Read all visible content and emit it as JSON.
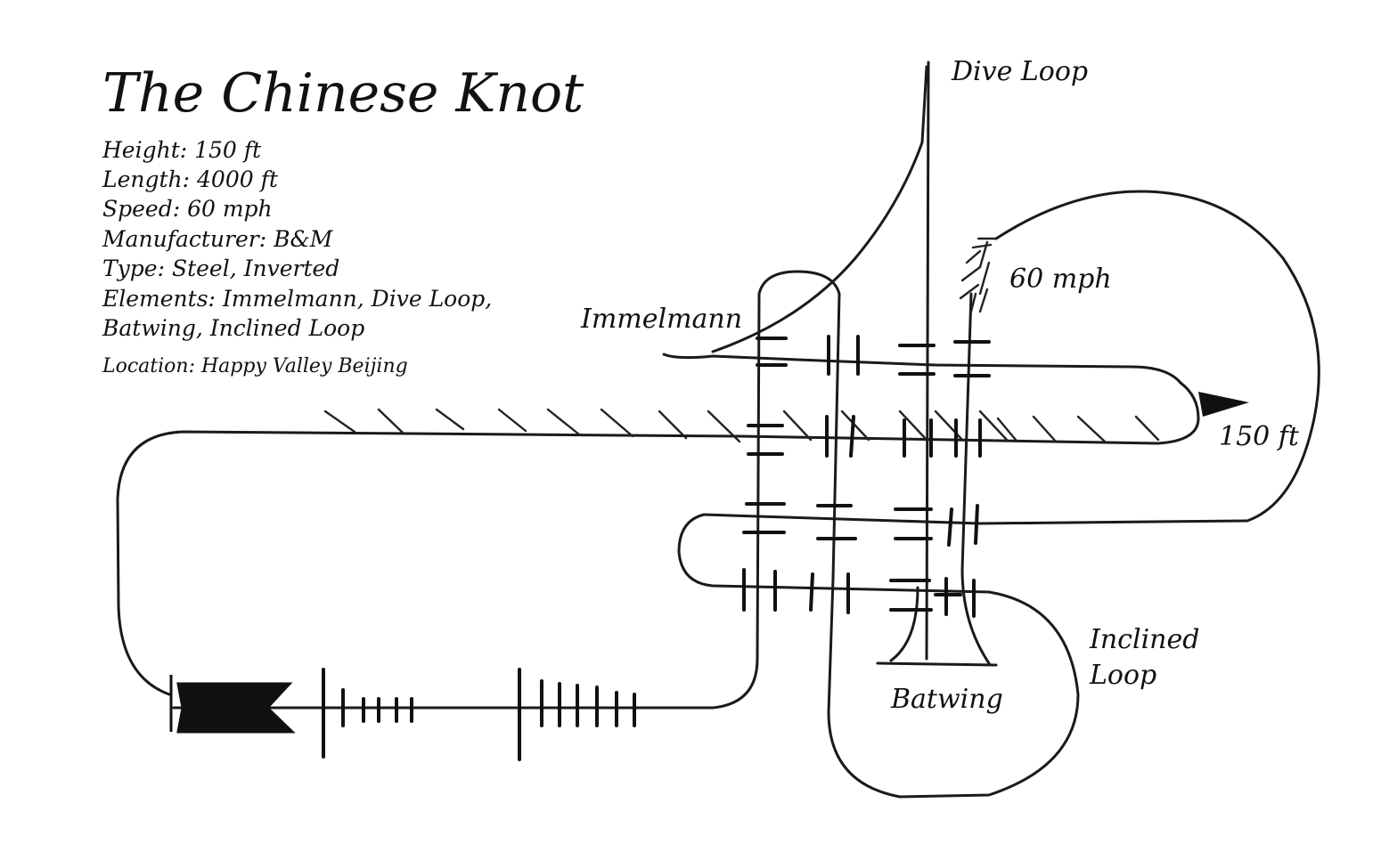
{
  "title": "The Chinese Knot",
  "specs": [
    "Height: 150 ft",
    "Length: 4000 ft",
    "Speed: 60 mph",
    "Manufacturer: B&M",
    "Type: Steel, Inverted",
    "Elements: Immelmann, Dive Loop,",
    "Batwing, Inclined Loop"
  ],
  "location": "Location: Happy Valley Beijing",
  "labels": {
    "dive_loop": "Dive Loop",
    "speed": "60 mph",
    "immelmann": "Immelmann",
    "height": "150 ft",
    "inclined_line1": "Inclined",
    "inclined_line2": "Loop",
    "batwing": "Batwing"
  },
  "colors": {
    "ink": "#111111",
    "paper": "#ffffff"
  }
}
